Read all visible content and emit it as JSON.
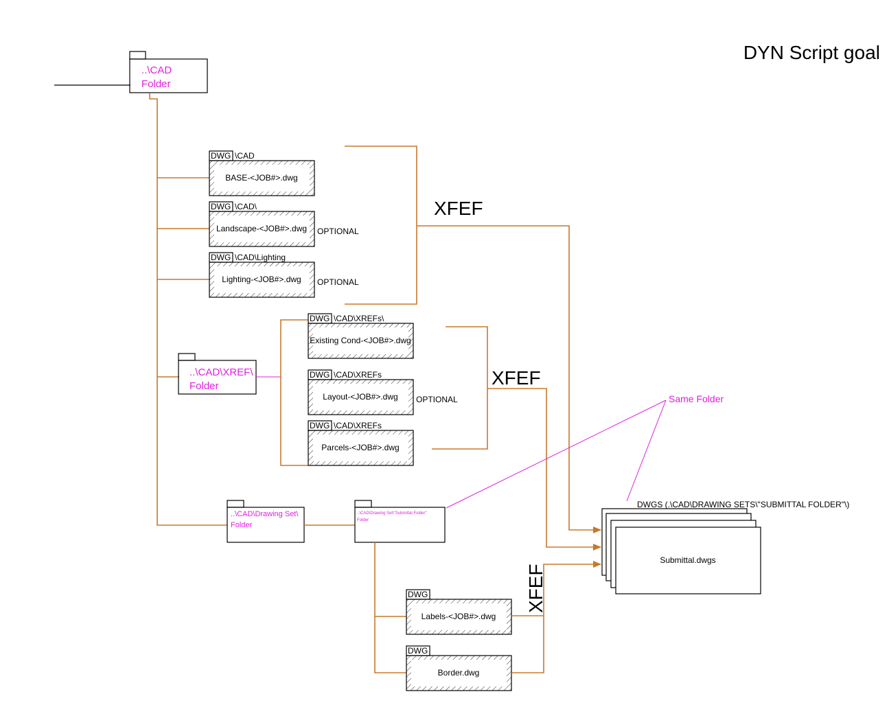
{
  "title": "DYN Script goal",
  "colors": {
    "leader": "#c8782a",
    "label": "#e020e0",
    "outline": "#000000"
  },
  "folders": {
    "cad": {
      "line1": "..\\CAD",
      "line2": "Folder"
    },
    "xref": {
      "line1": "..\\CAD\\XREF\\",
      "line2": "Folder"
    },
    "drawing_set": {
      "line1": "..\\CAD\\Drawing Set\\",
      "line2": "Folder"
    },
    "submittal": {
      "line1": "..\\CAD\\Drawing Set\\\"Submittal Folder\"",
      "line2": "Folder"
    }
  },
  "dwg_tag": "DWG",
  "files": {
    "base": {
      "path": "\\CAD",
      "name": "BASE-<JOB#>.dwg"
    },
    "landscape": {
      "path": "\\CAD\\",
      "name": "Landscape-<JOB#>.dwg",
      "note": "OPTIONAL"
    },
    "lighting": {
      "path": "\\CAD\\Lighting",
      "name": "Lighting-<JOB#>.dwg",
      "note": "OPTIONAL"
    },
    "existing": {
      "path": "\\CAD\\XREFs\\",
      "name": "Existing Cond-<JOB#>.dwg"
    },
    "layout": {
      "path": "\\CAD\\XREFs",
      "name": "Layout-<JOB#>.dwg",
      "note": "OPTIONAL"
    },
    "parcels": {
      "path": "\\CAD\\XREFs",
      "name": "Parcels-<JOB#>.dwg"
    },
    "labels": {
      "name": "Labels-<JOB#>.dwg"
    },
    "border": {
      "name": "Border.dwg"
    }
  },
  "xref_labels": {
    "top": "XFEF",
    "middle": "XFEF",
    "bottom": "XFEF"
  },
  "same_folder": "Same Folder",
  "output": {
    "header": "DWGS (.\\CAD\\DRAWING SETS\\\"SUBMITTAL FOLDER\"\\)",
    "name": "Submittal.dwgs"
  }
}
